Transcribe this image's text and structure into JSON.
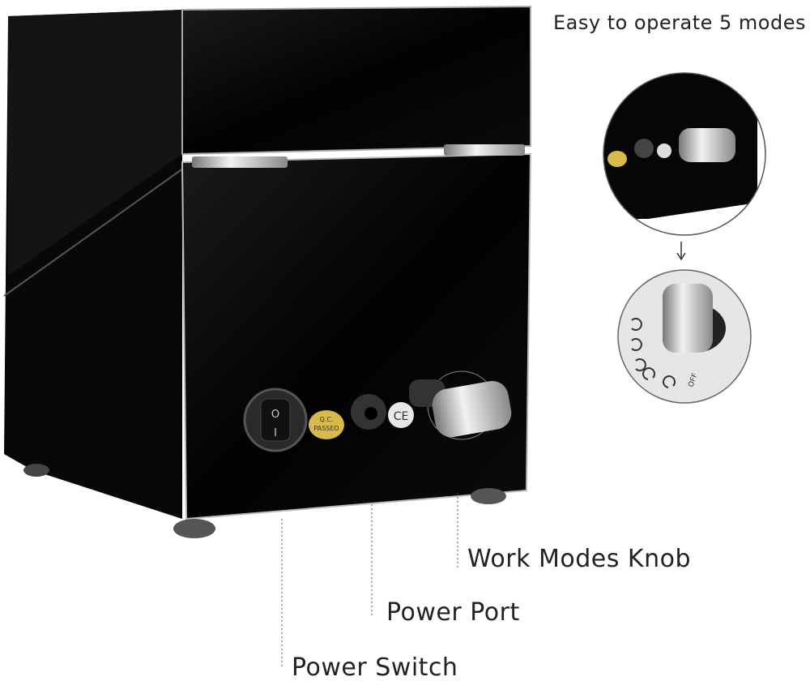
{
  "header": {
    "title": "Easy to operate 5 modes"
  },
  "callouts": {
    "knob": "Work Modes Knob",
    "port": "Power Port",
    "switch": "Power Switch"
  },
  "badges": {
    "qc_line1": "Q.C.",
    "qc_line2": "PASSED",
    "ce": "CE",
    "off": "OFF",
    "switch_off": "O",
    "switch_on": "I"
  },
  "colors": {
    "body": "#050505",
    "chrome": "#c8c8c8",
    "badge": "#d8b94a"
  }
}
